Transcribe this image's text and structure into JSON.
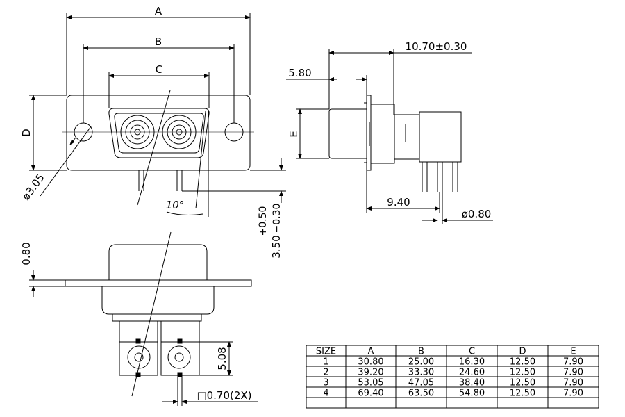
{
  "front_view": {
    "dim_a": "A",
    "dim_b": "B",
    "dim_c": "C",
    "dim_d": "D",
    "hole_diameter": "ø3.05",
    "angle": "10°",
    "pin_length": "3.50",
    "pin_tol_plus": "+0.50",
    "pin_tol_minus": "−0.30"
  },
  "side_view": {
    "depth": "10.70±0.30",
    "body_offset": "5.80",
    "dim_e": "E",
    "pin_pitch": "9.40",
    "pin_diameter": "ø0.80"
  },
  "bottom_view": {
    "flange_thickness": "0.80",
    "pin_spacing": "5.08",
    "pin_square": "□0.70(2X)"
  },
  "size_table": {
    "headers": [
      "SIZE",
      "A",
      "B",
      "C",
      "D",
      "E"
    ],
    "rows": [
      [
        "1",
        "30.80",
        "25.00",
        "16.30",
        "12.50",
        "7.90"
      ],
      [
        "2",
        "39.20",
        "33.30",
        "24.60",
        "12.50",
        "7.90"
      ],
      [
        "3",
        "53.05",
        "47.05",
        "38.40",
        "12.50",
        "7.90"
      ],
      [
        "4",
        "69.40",
        "63.50",
        "54.80",
        "12.50",
        "7.90"
      ]
    ]
  }
}
